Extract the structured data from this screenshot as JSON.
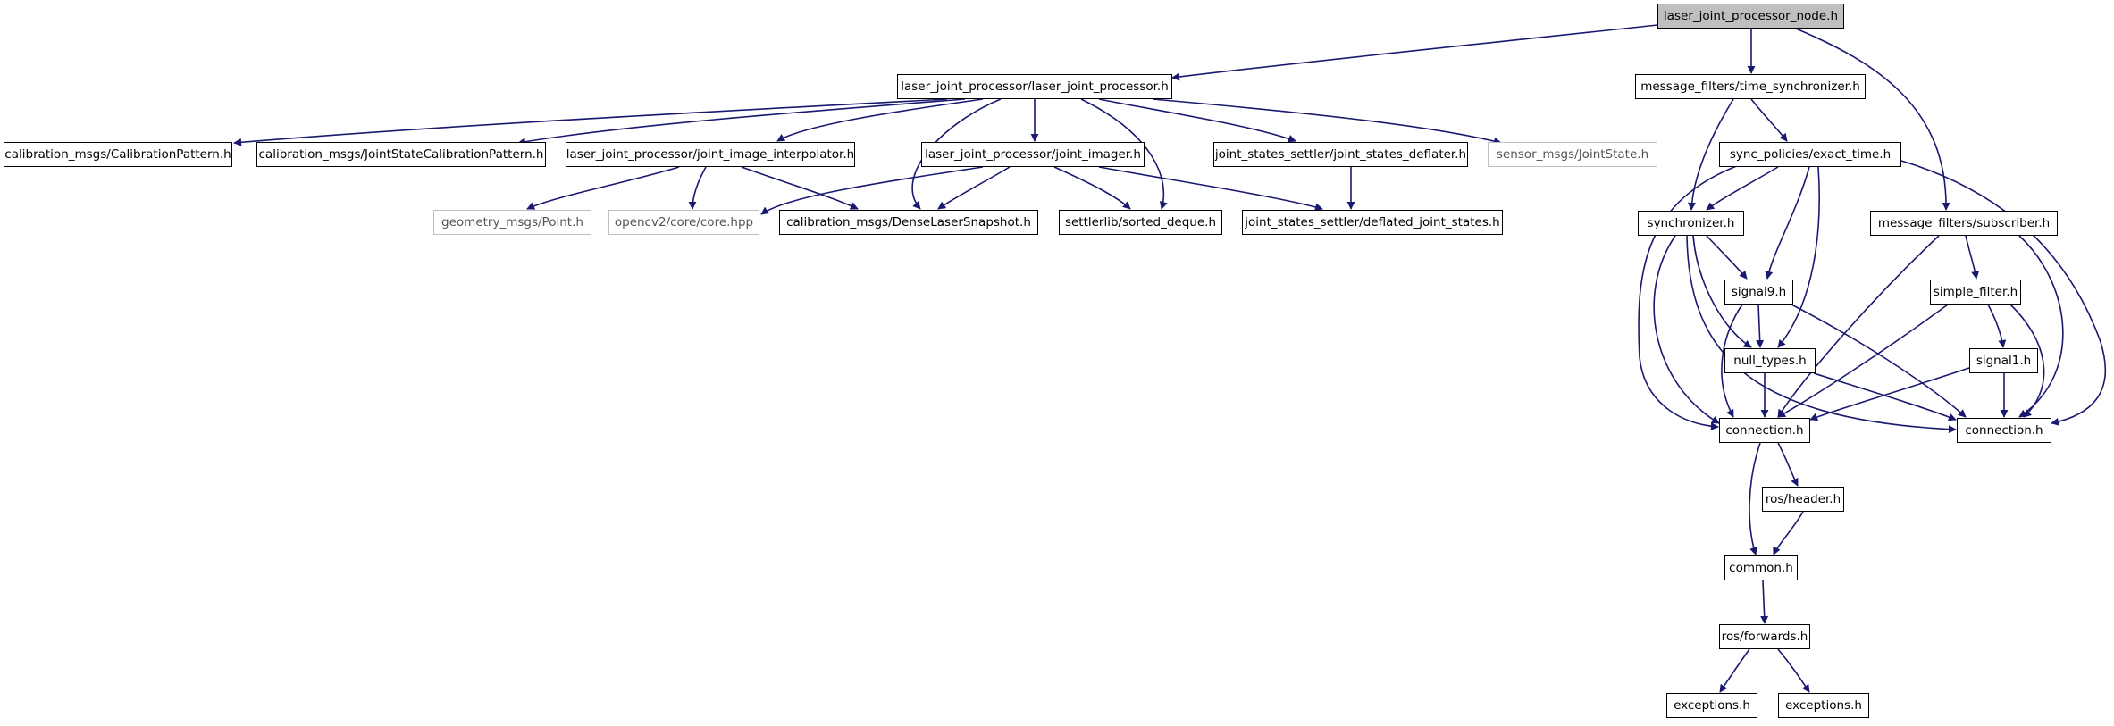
{
  "colors": {
    "edge": "#191970",
    "root_fill": "#bfbfbf",
    "node_border": "#000000",
    "external_border": "#bfbfbf"
  },
  "nodes": [
    {
      "id": "n_root",
      "label": "laser_joint_processor_node.h",
      "kind": "root"
    },
    {
      "id": "n_ljp",
      "label": "laser_joint_processor/laser_joint_processor.h",
      "kind": "normal"
    },
    {
      "id": "n_mfts",
      "label": "message_filters/time_synchronizer.h",
      "kind": "normal"
    },
    {
      "id": "n_cp",
      "label": "calibration_msgs/CalibrationPattern.h",
      "kind": "normal"
    },
    {
      "id": "n_jscp",
      "label": "calibration_msgs/JointStateCalibrationPattern.h",
      "kind": "normal"
    },
    {
      "id": "n_jii",
      "label": "laser_joint_processor/joint_image_interpolator.h",
      "kind": "normal"
    },
    {
      "id": "n_ji",
      "label": "laser_joint_processor/joint_imager.h",
      "kind": "normal"
    },
    {
      "id": "n_jsd",
      "label": "joint_states_settler/joint_states_deflater.h",
      "kind": "normal"
    },
    {
      "id": "n_sjs",
      "label": "sensor_msgs/JointState.h",
      "kind": "external"
    },
    {
      "id": "n_gp",
      "label": "geometry_msgs/Point.h",
      "kind": "external"
    },
    {
      "id": "n_cv",
      "label": "opencv2/core/core.hpp",
      "kind": "external"
    },
    {
      "id": "n_dls",
      "label": "calibration_msgs/DenseLaserSnapshot.h",
      "kind": "normal"
    },
    {
      "id": "n_sd",
      "label": "settlerlib/sorted_deque.h",
      "kind": "normal"
    },
    {
      "id": "n_djs",
      "label": "joint_states_settler/deflated_joint_states.h",
      "kind": "normal"
    },
    {
      "id": "n_spe",
      "label": "sync_policies/exact_time.h",
      "kind": "normal"
    },
    {
      "id": "n_sync",
      "label": "synchronizer.h",
      "kind": "normal"
    },
    {
      "id": "n_mfs",
      "label": "message_filters/subscriber.h",
      "kind": "normal"
    },
    {
      "id": "n_s9",
      "label": "signal9.h",
      "kind": "normal"
    },
    {
      "id": "n_sf",
      "label": "simple_filter.h",
      "kind": "normal"
    },
    {
      "id": "n_nt",
      "label": "null_types.h",
      "kind": "normal"
    },
    {
      "id": "n_s1",
      "label": "signal1.h",
      "kind": "normal"
    },
    {
      "id": "n_con1",
      "label": "connection.h",
      "kind": "normal"
    },
    {
      "id": "n_con2",
      "label": "connection.h",
      "kind": "normal"
    },
    {
      "id": "n_rh",
      "label": "ros/header.h",
      "kind": "normal"
    },
    {
      "id": "n_com",
      "label": "common.h",
      "kind": "normal"
    },
    {
      "id": "n_rf",
      "label": "ros/forwards.h",
      "kind": "normal"
    },
    {
      "id": "n_ex1",
      "label": "exceptions.h",
      "kind": "normal"
    },
    {
      "id": "n_ex2",
      "label": "exceptions.h",
      "kind": "normal"
    }
  ]
}
